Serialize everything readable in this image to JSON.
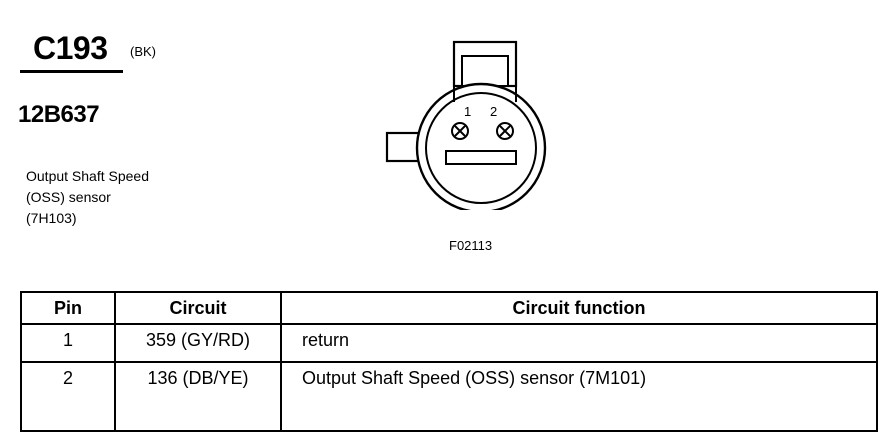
{
  "connector": {
    "id": "C193",
    "color": "(BK)",
    "part_number": "12B637",
    "description_lines": [
      "Output Shaft Speed",
      "(OSS) sensor",
      "(7H103)"
    ]
  },
  "figure": {
    "id": "F02113",
    "pin_labels": [
      "1",
      "2"
    ]
  },
  "table": {
    "headers": [
      "Pin",
      "Circuit",
      "Circuit function"
    ],
    "rows": [
      {
        "pin": "1",
        "circuit": "359 (GY/RD)",
        "function": "return"
      },
      {
        "pin": "2",
        "circuit": "136 (DB/YE)",
        "function": "Output Shaft Speed (OSS) sensor (7M101)"
      }
    ]
  }
}
